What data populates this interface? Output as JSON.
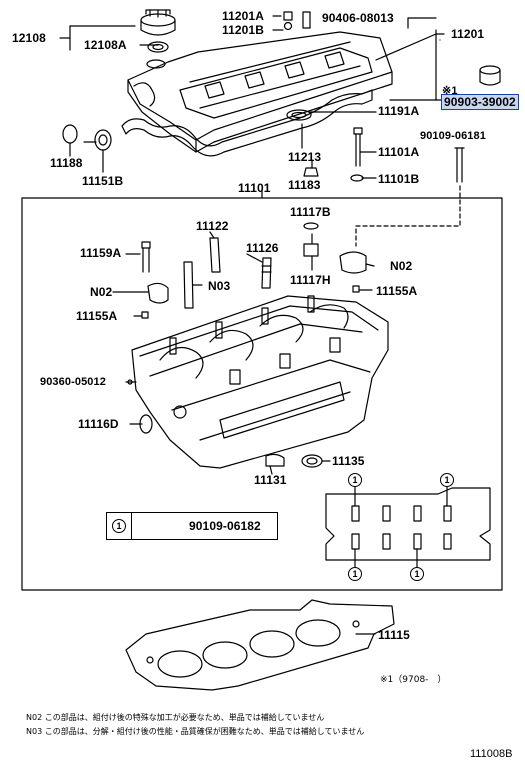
{
  "parts": {
    "p12108": "12108",
    "p12108A": "12108A",
    "p11201A": "11201A",
    "p11201B": "11201B",
    "p90406": "90406-08013",
    "p11201": "11201",
    "p90903": "90903-39002",
    "p11191A": "11191A",
    "p90109_06181": "90109-06181",
    "p11188": "11188",
    "p11151B": "11151B",
    "p11213": "11213",
    "p11101A": "11101A",
    "p11183": "11183",
    "p11101B": "11101B",
    "p11101": "11101",
    "p11117B": "11117B",
    "p11122": "11122",
    "p11159A": "11159A",
    "p11126": "11126",
    "pN02_right": "N02",
    "p11117H": "11117H",
    "p11155A_right": "11155A",
    "pN02_left": "N02",
    "pN03": "N03",
    "p11155A_left": "11155A",
    "p90360": "90360-05012",
    "p11116D": "11116D",
    "p11135": "11135",
    "p11131": "11131",
    "p11115": "11115"
  },
  "markers": {
    "asterisk1": "※1",
    "circle1": "1"
  },
  "legend": {
    "symbol": "1",
    "part": "90109-06182"
  },
  "footnote_date": "※1（9708-　）",
  "notes": {
    "n02": "N02 この部品は、組付け後の特殊な加工が必要なため、単品では補給していません",
    "n03": "N03 この部品は、分解・組付け後の性能・品質確保が困難なため、単品では補給していません"
  },
  "diagram_ref": "111008B",
  "colors": {
    "highlight_fill": "#c9d6f2",
    "highlight_border": "#1a3fa8",
    "line": "#000000"
  }
}
